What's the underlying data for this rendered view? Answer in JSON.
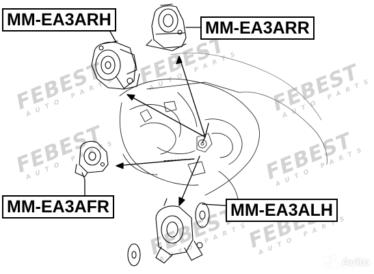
{
  "labels": {
    "ea3arh": "MM-EA3ARH",
    "ea3arr": "MM-EA3ARR",
    "ea3afr": "MM-EA3AFR",
    "ea3alh": "MM-EA3ALH"
  },
  "watermark": {
    "brand": "FEBEST",
    "sub": "AUTO PARTS"
  },
  "avito": {
    "text": "Avito"
  },
  "colors": {
    "line": "#000000",
    "watermark": "#d2d2d2",
    "background": "#ffffff"
  }
}
